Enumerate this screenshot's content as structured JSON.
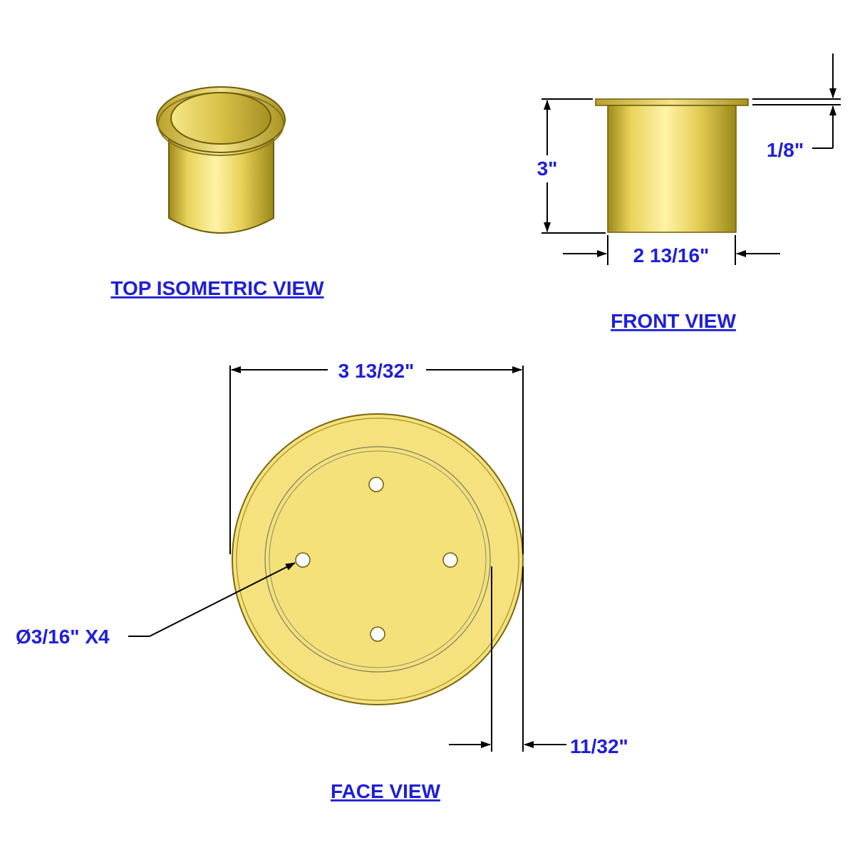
{
  "views": {
    "top_isometric": "TOP ISOMETRIC VIEW",
    "front": "FRONT VIEW",
    "face": "FACE VIEW"
  },
  "dimensions": {
    "height": "3\"",
    "flange_thickness": "1/8\"",
    "outer_diameter": "2 13/16\"",
    "flange_diameter": "3 13/32\"",
    "hole_callout": "Ø3/16\" X4",
    "flange_width": "11/32\""
  },
  "colors": {
    "label_blue": "#1f1fd6",
    "brass_light": "#f2e37a",
    "brass_mid": "#d9c23f",
    "brass_dark": "#8f7a12",
    "line": "#000000"
  }
}
